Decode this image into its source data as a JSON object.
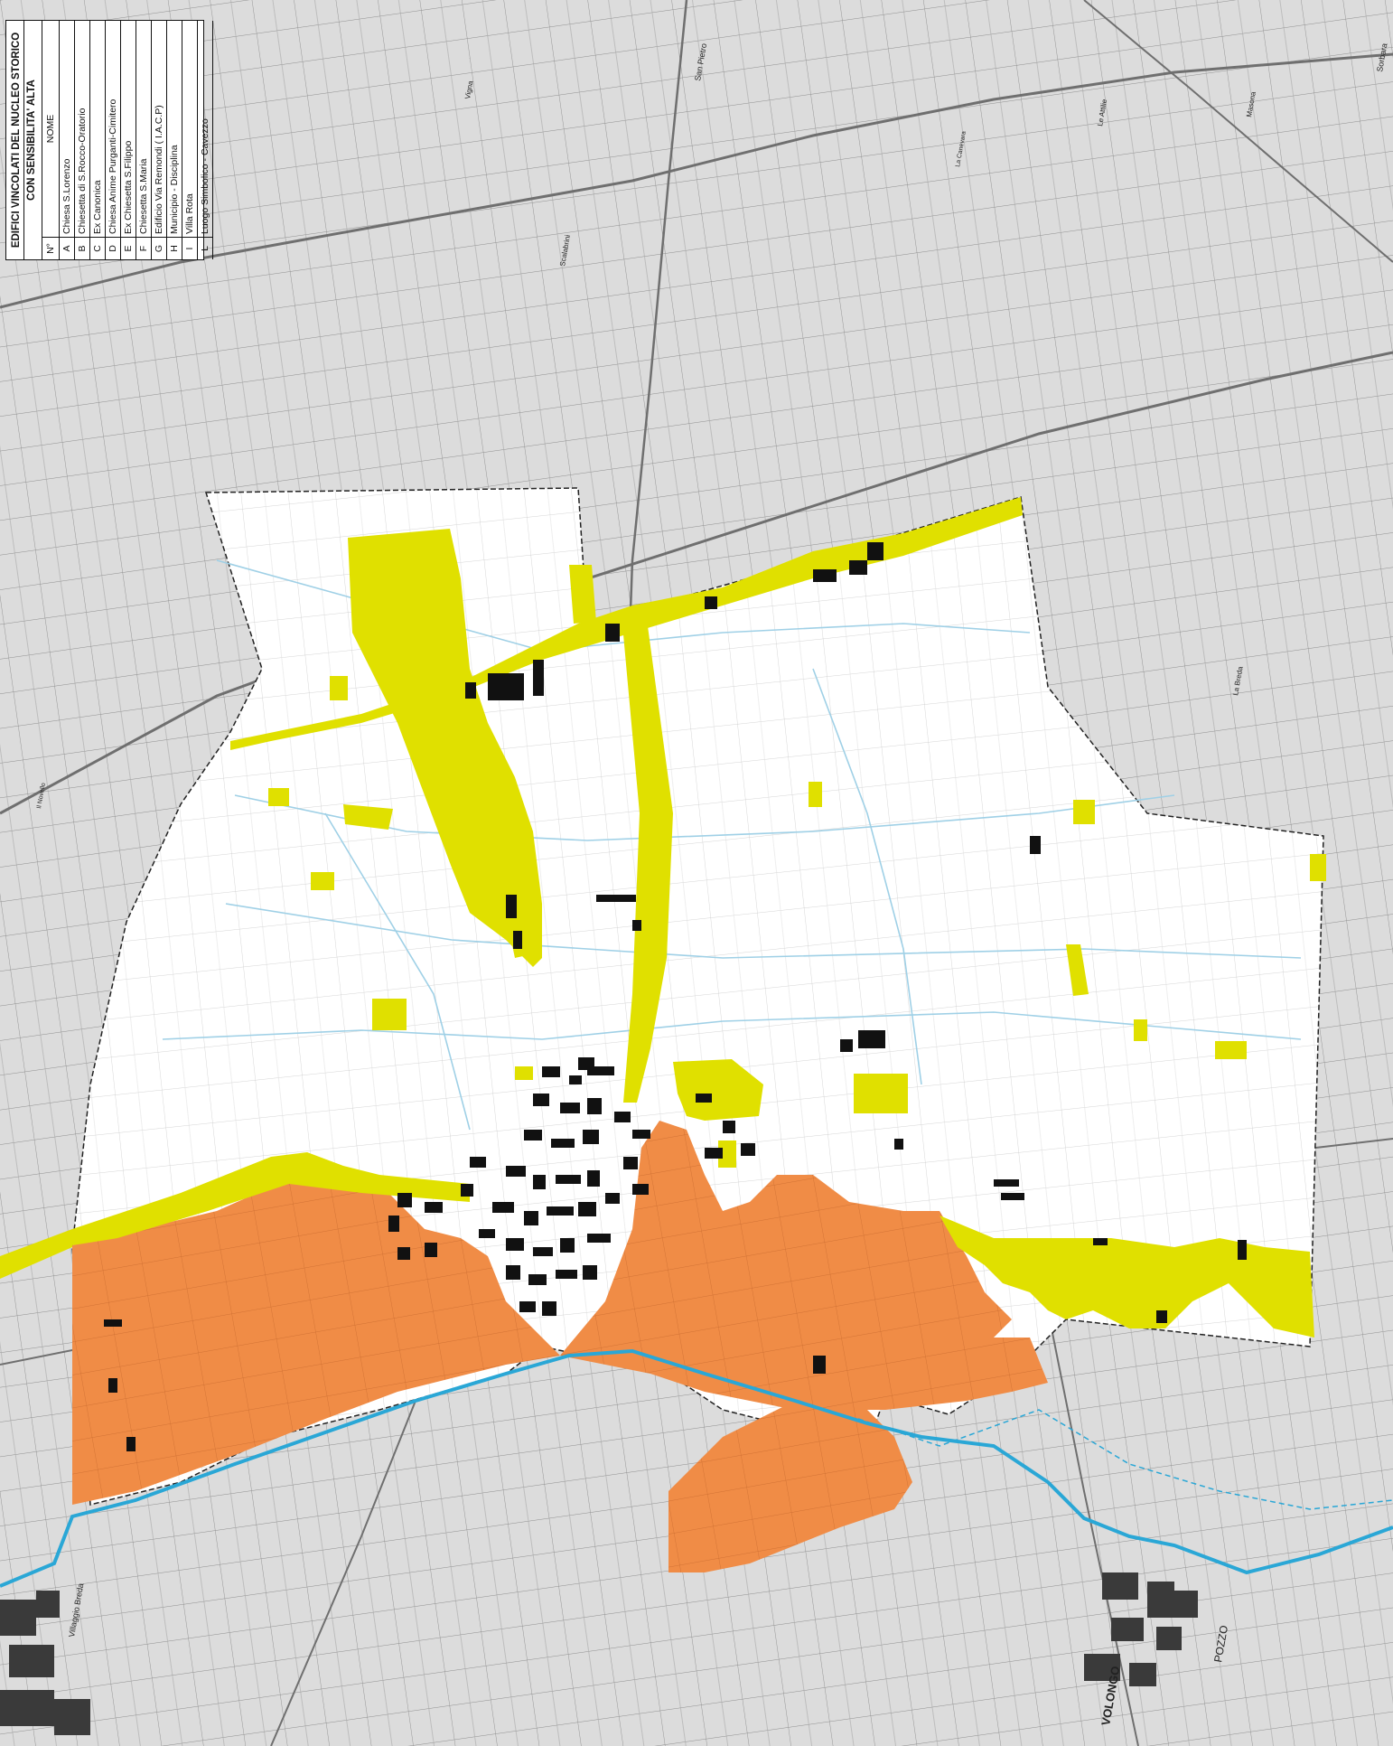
{
  "legend": {
    "title_line1": "EDIFICI VINCOLATI DEL NUCLEO STORICO",
    "title_line2": "CON SENSIBILITA' ALTA",
    "col_code": "N°",
    "col_name": "NOME",
    "entries": [
      {
        "code": "A",
        "name": "Chiesa S.Lorenzo"
      },
      {
        "code": "B",
        "name": "Chiesetta di S.Rocco-Oratorio"
      },
      {
        "code": "C",
        "name": "Ex Canonica"
      },
      {
        "code": "D",
        "name": "Chiesa Anime Purganti-Cimitero"
      },
      {
        "code": "E",
        "name": "Ex Chiesetta S.Filippo"
      },
      {
        "code": "F",
        "name": "Chiesetta S.Maria"
      },
      {
        "code": "G",
        "name": "Edificio Via Remondi ( I.A.C.P)"
      },
      {
        "code": "H",
        "name": "Municipio - Disciplina"
      },
      {
        "code": "I",
        "name": "Villa Rota"
      },
      {
        "code": "L",
        "name": "Luogo Simbolico - Cavezzo"
      }
    ]
  },
  "places": {
    "volongo": "VOLONGO",
    "pozzo": "POZZO",
    "villaggio_breda": "Villaggio Breda",
    "san_pietro": "San Pietro",
    "sorbara": "Sorbara",
    "vigna": "Vigna",
    "masona": "Masona",
    "le_attilie": "Le Attilie",
    "la_breda": "La Breda",
    "scalabrini": "Scalabrini",
    "la_canevara": "La Canevara",
    "il_novello": "Il Novello"
  },
  "colors": {
    "background": "#dcdcdc",
    "municipality": "#ffffff",
    "sensitivity_high": "#e0e000",
    "sensitivity_very_high": "#f08c46",
    "river": "#2aa7d6",
    "canal": "#9fd0e6",
    "buildings": "#111111"
  }
}
